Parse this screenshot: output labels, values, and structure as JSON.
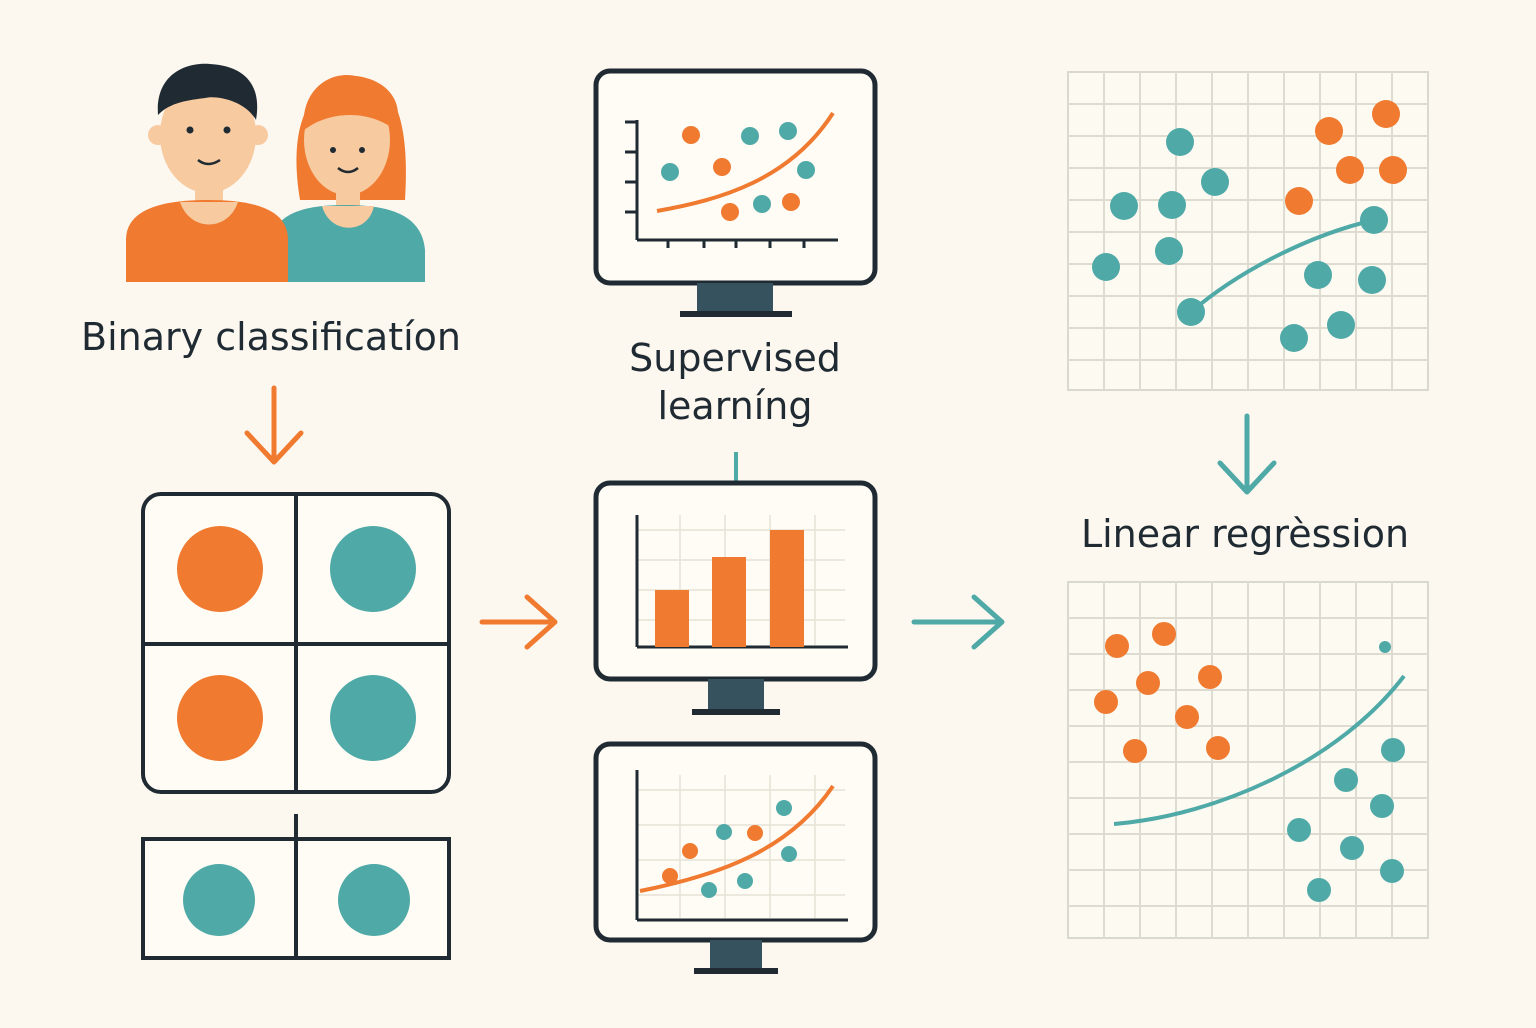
{
  "labels": {
    "binary_classification": "Binary classificatíon",
    "supervised_line1": "Supervised",
    "supervised_line2": "learníng",
    "linear_regression": "Linear regrèssion"
  },
  "colors": {
    "background": "#fcf8f0",
    "orange": "#ef7a30",
    "teal": "#4fa9a7",
    "ink": "#1f2a33",
    "monitor_stand": "#35525e",
    "grid": "#d9d9cf"
  },
  "icons": [
    "people-icon",
    "monitor-icon",
    "arrow-down-icon",
    "arrow-right-icon"
  ]
}
